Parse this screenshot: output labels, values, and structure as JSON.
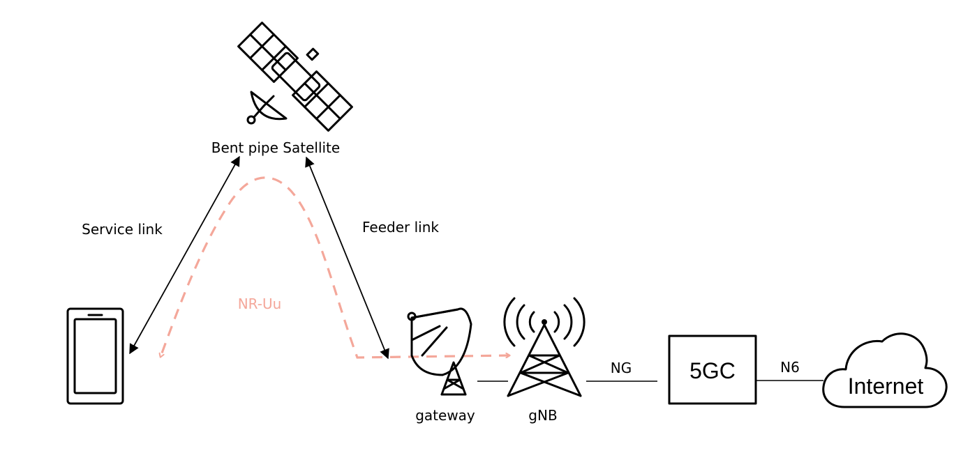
{
  "labels": {
    "satellite": "Bent pipe Satellite",
    "service_link": "Service link",
    "feeder_link": "Feeder link",
    "nr_uu": "NR-Uu",
    "gateway": "gateway",
    "gnb": "gNB",
    "ng": "NG",
    "core": "5GC",
    "n6": "N6",
    "internet": "Internet"
  },
  "colors": {
    "line": "#000000",
    "nr_uu": "#f4a79a"
  },
  "icons": {
    "satellite": "satellite-icon",
    "phone": "phone-icon",
    "gateway": "satellite-dish-icon",
    "gnb": "radio-tower-icon",
    "internet": "cloud-icon"
  }
}
